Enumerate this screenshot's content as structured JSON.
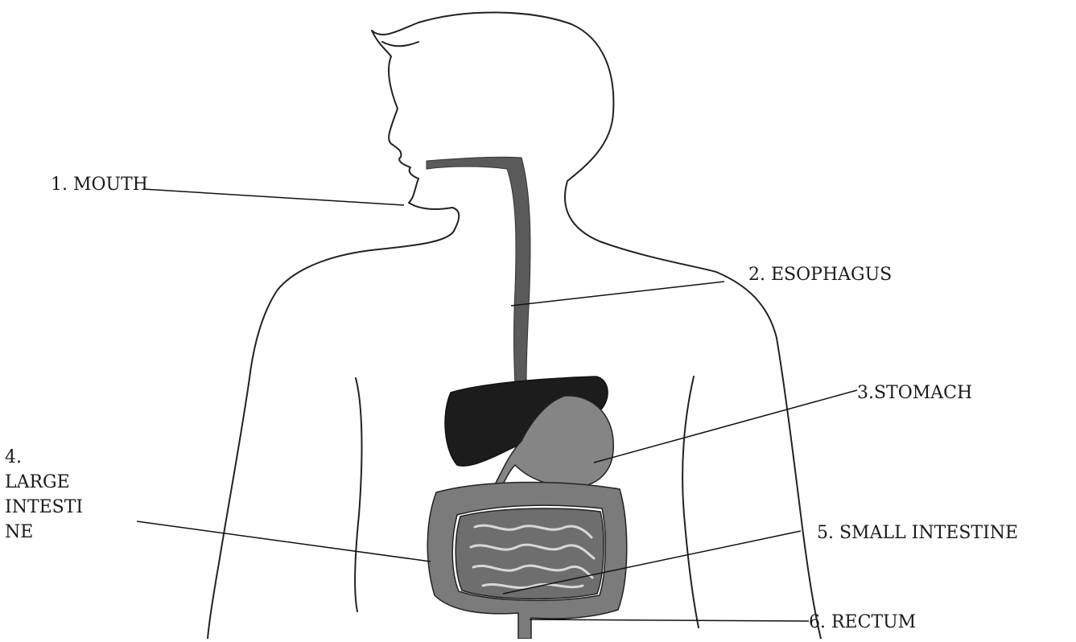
{
  "labels": {
    "mouth": "1. MOUTH",
    "esophagus": "2. ESOPHAGUS",
    "stomach": "3.STOMACH",
    "large_intestine": [
      "4.",
      "LARGE",
      "INTESTI",
      "NE"
    ],
    "small_intestine": "5. SMALL INTESTINE",
    "rectum": "6. RECTUM"
  },
  "colors": {
    "outline": "#222222",
    "esophagus": "#5a5a5a",
    "liver": "#1c1c1c",
    "stomach": "#858585",
    "intestine": "#7b7b7b",
    "leader_line": "#111111"
  }
}
